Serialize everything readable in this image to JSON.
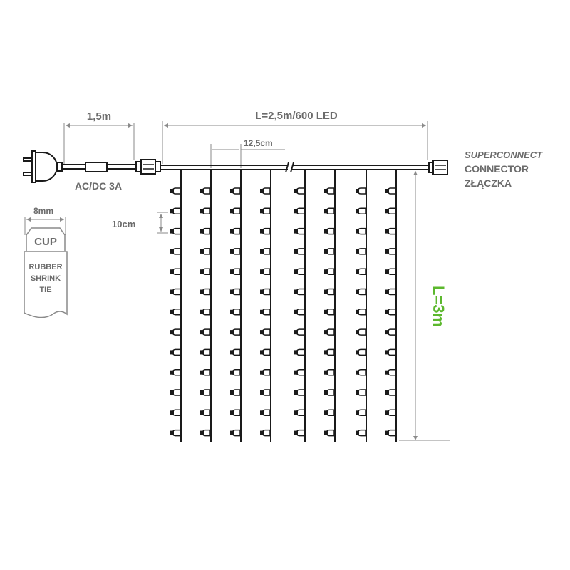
{
  "labels": {
    "cord_length": "1,5m",
    "curtain_width": "L=2,5m/600 LED",
    "strand_spacing": "12,5cm",
    "power": "AC/DC 3A",
    "led_spacing": "10cm",
    "cup_width": "8mm",
    "cup": "CUP",
    "tie_line1": "RUBBER",
    "tie_line2": "SHRINK",
    "tie_line3": "TIE",
    "connector_brand": "SUPERCONNECT",
    "connector_en": "CONNECTOR",
    "connector_pl": "ZŁĄCZKA",
    "curtain_height": "L=3m"
  },
  "strands": 8,
  "leds_per_strand": 13,
  "colors": {
    "height_label": "#5cb82e",
    "label": "#6b6b6b",
    "wire": "#1a1a1a"
  }
}
